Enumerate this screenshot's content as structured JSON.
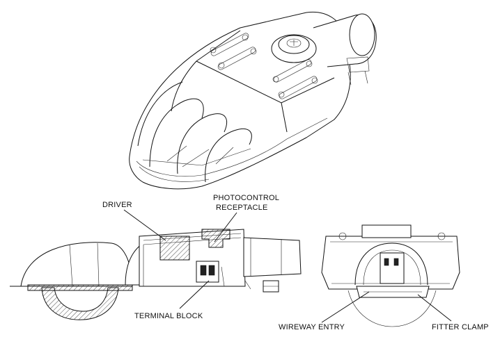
{
  "labels": {
    "driver": "DRIVER",
    "photocontrol_line1": "PHOTOCONTROL",
    "photocontrol_line2": "RECEPTACLE",
    "terminal_block": "TERMINAL BLOCK",
    "wireway_entry": "WIREWAY ENTRY",
    "fitter_clamp": "FITTER CLAMP"
  }
}
